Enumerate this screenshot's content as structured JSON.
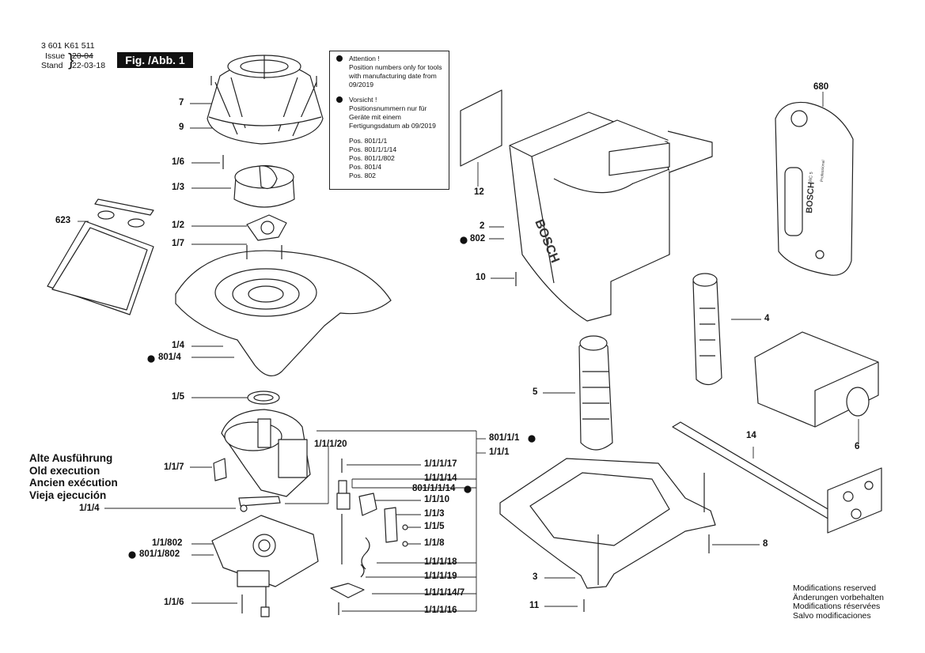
{
  "header": {
    "part_number": "3 601 K61 511",
    "issue_label": "Issue",
    "issue_value": "20-04",
    "stand_label": "Stand",
    "stand_value": "22-03-18",
    "figure": "Fig. /Abb. 1"
  },
  "notice": {
    "en_title": "Attention !",
    "en_body": "Position numbers only for tools with manufacturing date from 09/2019",
    "de_title": "Vorsicht !",
    "de_body": "Positionsnummern nur für Geräte mit einem Fertigungsdatum ab 09/2019",
    "positions": [
      "Pos. 801/1/1",
      "Pos. 801/1/1/14",
      "Pos. 801/1/802",
      "Pos. 801/4",
      "Pos. 802"
    ]
  },
  "old_execution": [
    "Alte Ausführung",
    "Old execution",
    "Ancien exécution",
    "Vieja ejecución"
  ],
  "modifications": [
    "Modifications reserved",
    "Änderungen vorbehalten",
    "Modifications réservées",
    "Salvo modificaciones"
  ],
  "remote_text": {
    "brand": "BOSCH",
    "model": "RC 5",
    "line": "Professional"
  },
  "housing_brand": "BOSCH",
  "part_labels": {
    "l7": "7",
    "l9": "9",
    "l1_6a": "1/6",
    "l1_3": "1/3",
    "l623": "623",
    "l1_2": "1/2",
    "l1_7": "1/7",
    "l1_4": "1/4",
    "l801_4": "801/4",
    "l1_5": "1/5",
    "l1_1_1_20": "1/1/1/20",
    "l1_1_7": "1/1/7",
    "l1_1_4": "1/1/4",
    "l1_1_802": "1/1/802",
    "l801_1_802": "801/1/802",
    "l1_1_6": "1/1/6",
    "l801_1_1": "801/1/1",
    "l1_1_1": "1/1/1",
    "l1_1_1_17": "1/1/1/17",
    "l1_1_1_14": "1/1/1/14",
    "l801_1_1_14": "801/1/1/14",
    "l1_1_10": "1/1/10",
    "l1_1_3": "1/1/3",
    "l1_1_5": "1/1/5",
    "l1_1_8": "1/1/8",
    "l1_1_1_18": "1/1/1/18",
    "l1_1_1_19": "1/1/1/19",
    "l1_1_1_14_7": "1/1/1/14/7",
    "l1_1_1_16": "1/1/1/16",
    "l12": "12",
    "l2": "2",
    "l802": "802",
    "l10": "10",
    "l680": "680",
    "l4": "4",
    "l5": "5",
    "l6": "6",
    "l14": "14",
    "l8": "8",
    "l3": "3",
    "l11": "11"
  }
}
